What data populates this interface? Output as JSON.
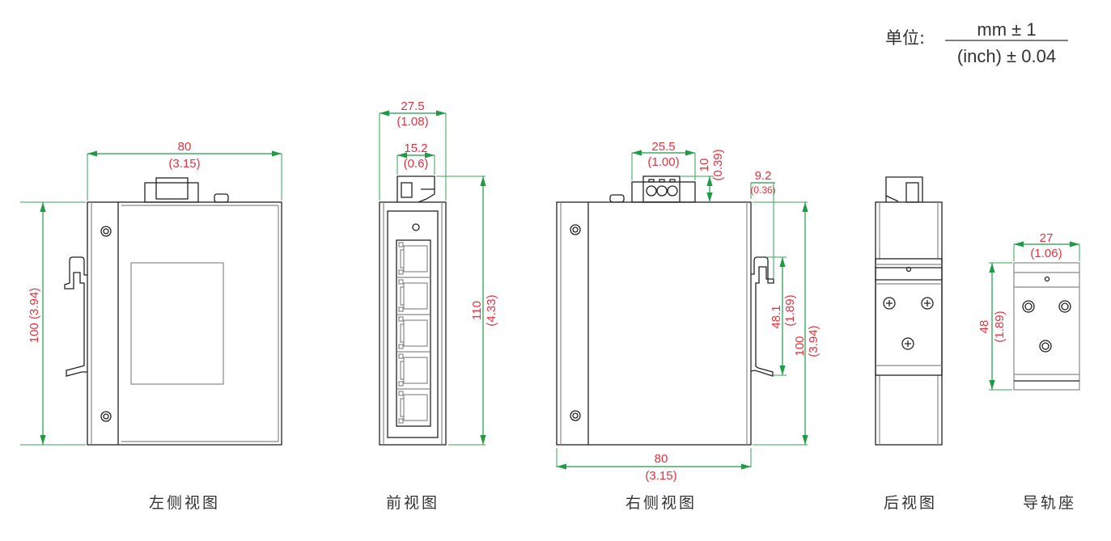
{
  "unit": {
    "label": "单位:",
    "numerator": "mm ± 1",
    "denominator": "(inch) ± 0.04"
  },
  "colors": {
    "dimension_text": "#e8303d",
    "dimension_line": "#1f9a45",
    "outline": "#222222"
  },
  "views": {
    "left_side": {
      "caption": "左侧视图",
      "width_mm": "80",
      "width_in": "(3.15)",
      "height_label": "100 (3.94)"
    },
    "front": {
      "caption": "前视图",
      "width_mm": "27.5",
      "width_in": "(1.08)",
      "connector_mm": "15.2",
      "connector_in": "(0.6)",
      "height_mm": "110",
      "height_in": "(4.33)",
      "ports": 5
    },
    "right_side": {
      "caption": "右侧视图",
      "terminal_mm": "25.5",
      "terminal_in": "(1.00)",
      "terminal_h_mm": "10",
      "terminal_h_in": "(0.39)",
      "clip_depth_mm": "9.2",
      "clip_depth_in": "(0.36)",
      "clip_h_mm": "48.1",
      "clip_h_in": "(1.89)",
      "height_mm": "100",
      "height_in": "(3.94)",
      "width_mm": "80",
      "width_in": "(3.15)"
    },
    "rear": {
      "caption": "后视图"
    },
    "rail_mount": {
      "caption": "导轨座",
      "width_mm": "27",
      "width_in": "(1.06)",
      "height_mm": "48",
      "height_in": "(1.89)"
    }
  }
}
